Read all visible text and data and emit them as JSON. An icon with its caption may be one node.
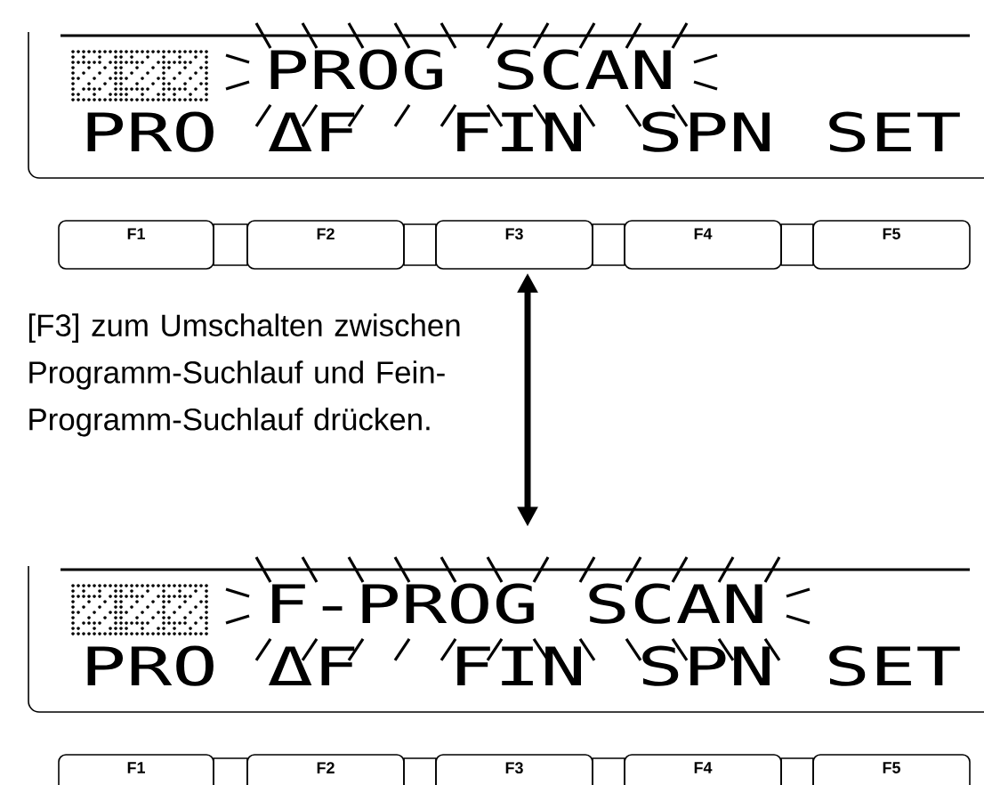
{
  "diagram": {
    "nodes": [
      {
        "text": [
          "PROG SCAN",
          "PRO",
          "ΔF",
          "FIN",
          "SPN",
          "SET"
        ]
      },
      {
        "text": [
          "F1"
        ]
      },
      {
        "text": [
          "F2"
        ]
      },
      {
        "text": [
          "F3"
        ]
      },
      {
        "text": [
          "F4"
        ]
      },
      {
        "text": [
          "F5"
        ]
      },
      {
        "text": [
          "F-PROG SCAN",
          "PRO",
          "ΔF",
          "FIN",
          "SPN",
          "SET"
        ]
      },
      {
        "text": [
          "F1"
        ]
      },
      {
        "text": [
          "F2"
        ]
      },
      {
        "text": [
          "F3"
        ]
      },
      {
        "text": [
          "F4"
        ]
      },
      {
        "text": [
          "F5"
        ]
      }
    ],
    "edges": [
      {
        "from": 3,
        "to": 6,
        "arrow": "both"
      }
    ],
    "labels": [
      "[F3] zum Umschalten zwischen Programm-Suchlauf und Fein-Programm-Suchlauf drücken."
    ]
  }
}
